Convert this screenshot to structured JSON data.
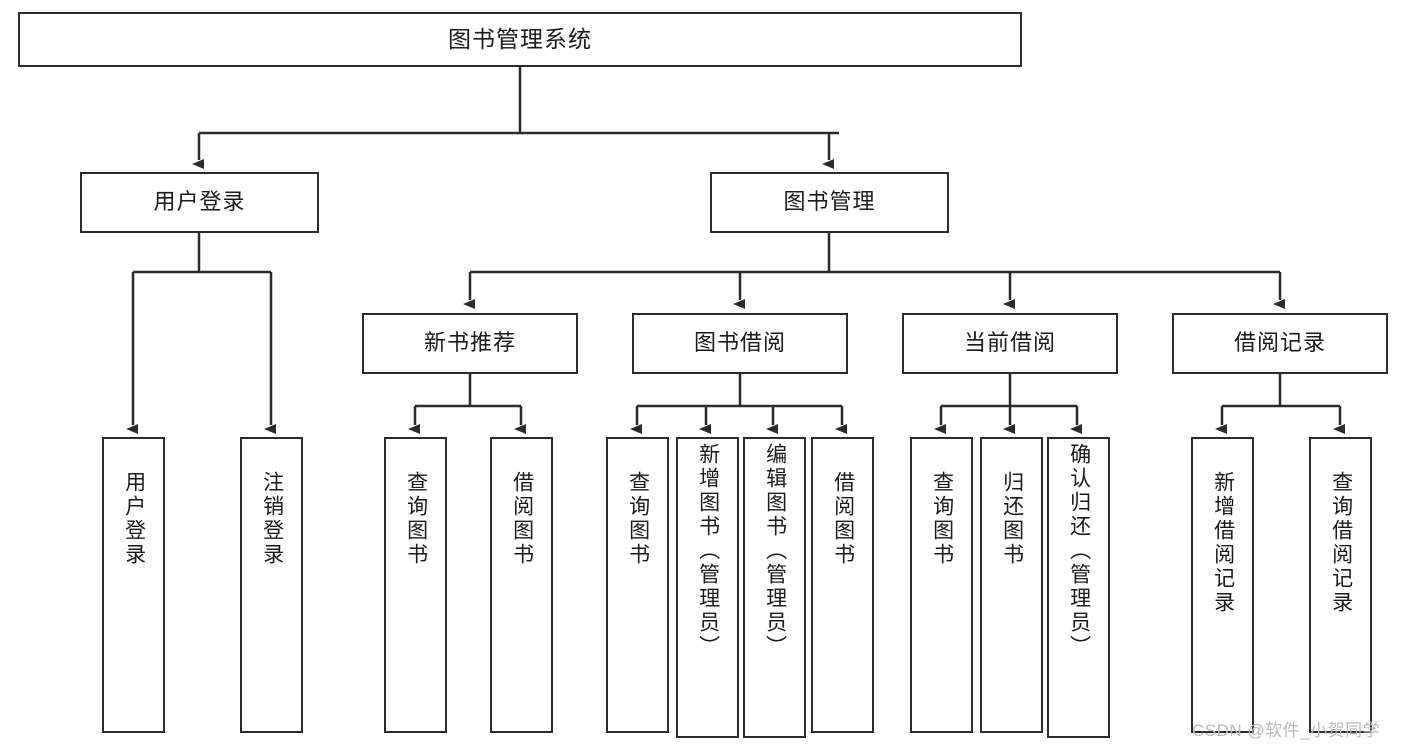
{
  "diagram": {
    "title": "图书管理系统",
    "type": "hierarchy-tree",
    "orientation": "top-down",
    "colors": {
      "box_border": "#2b2b2b",
      "box_fill": "#ffffff",
      "connector": "#2b2b2b",
      "text": "#1a1a1a",
      "watermark": "#b9b9b9",
      "background": "#ffffff"
    },
    "root": {
      "label": "图书管理系统"
    },
    "level2": [
      {
        "label": "用户登录"
      },
      {
        "label": "图书管理"
      }
    ],
    "level3": [
      {
        "label": "新书推荐"
      },
      {
        "label": "图书借阅"
      },
      {
        "label": "当前借阅"
      },
      {
        "label": "借阅记录"
      }
    ],
    "leaves": {
      "user_login": [
        {
          "label": "用户登录"
        },
        {
          "label": "注销登录"
        }
      ],
      "new_book_recommend": [
        {
          "label": "查询图书"
        },
        {
          "label": "借阅图书"
        }
      ],
      "book_borrow": [
        {
          "label": "查询图书"
        },
        {
          "label": "新增图书（管理员）"
        },
        {
          "label": "编辑图书（管理员）"
        },
        {
          "label": "借阅图书"
        }
      ],
      "current_borrow": [
        {
          "label": "查询图书"
        },
        {
          "label": "归还图书"
        },
        {
          "label": "确认归还（管理员）"
        }
      ],
      "borrow_record": [
        {
          "label": "新增借阅记录"
        },
        {
          "label": "查询借阅记录"
        }
      ]
    }
  },
  "watermark": {
    "text": "CSDN @软件_小贺同学"
  }
}
